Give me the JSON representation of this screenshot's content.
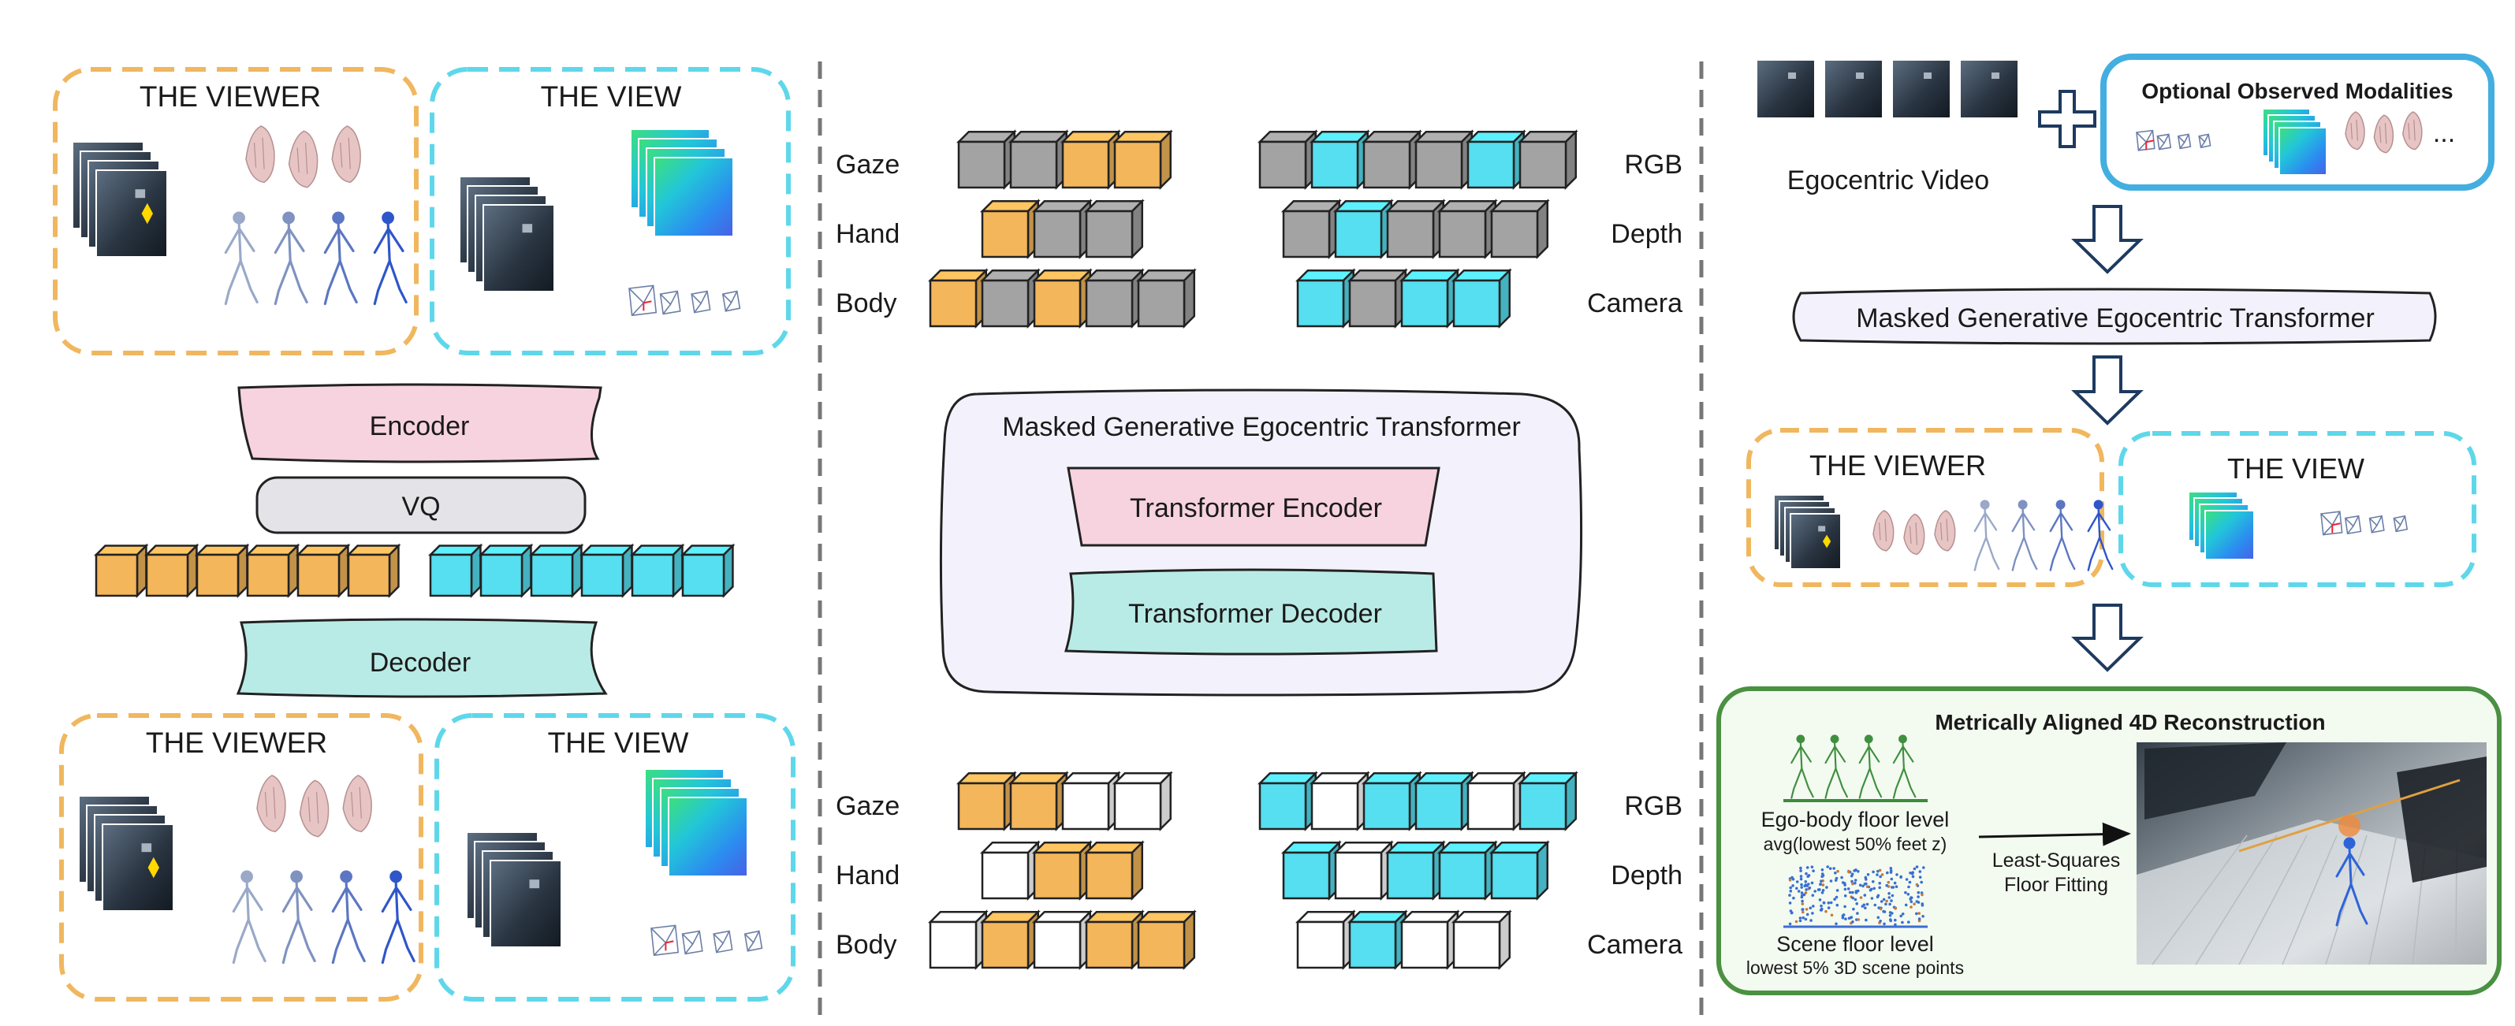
{
  "colors": {
    "orange": "#f3b65a",
    "cyan": "#55dff0",
    "gray": "#a3a3a3",
    "white": "#ffffff",
    "pink": "#f7d3df",
    "teal": "#b9ebe6",
    "vq": "#e3e3e8",
    "lavender": "#f3f2fc",
    "dash_orange": "#f0b75f",
    "dash_cyan": "#5fd7ea",
    "blue_border": "#43aee0",
    "green_border": "#4a9142",
    "green_fill": "#f3faf0"
  },
  "left": {
    "viewer_top": "THE VIEWER",
    "view_top": "THE VIEW",
    "encoder": "Encoder",
    "vq": "VQ",
    "decoder": "Decoder",
    "viewer_bottom": "THE VIEWER",
    "view_bottom": "THE VIEW"
  },
  "middle": {
    "top_rows": [
      {
        "label": "Gaze",
        "cubes": [
          "gray",
          "gray",
          "orange",
          "orange"
        ]
      },
      {
        "label": "Hand",
        "cubes": [
          "orange",
          "gray",
          "gray"
        ]
      },
      {
        "label": "Body",
        "cubes": [
          "orange",
          "gray",
          "orange",
          "gray",
          "gray"
        ]
      }
    ],
    "top_rows_right": [
      {
        "label": "RGB",
        "cubes": [
          "gray",
          "cyan",
          "gray",
          "gray",
          "cyan",
          "gray"
        ]
      },
      {
        "label": "Depth",
        "cubes": [
          "gray",
          "cyan",
          "gray",
          "gray",
          "gray"
        ]
      },
      {
        "label": "Camera",
        "cubes": [
          "cyan",
          "gray",
          "cyan",
          "cyan"
        ]
      }
    ],
    "transformer_title": "Masked Generative Egocentric Transformer",
    "transformer_encoder": "Transformer Encoder",
    "transformer_decoder": "Transformer Decoder",
    "bottom_rows": [
      {
        "label": "Gaze",
        "cubes": [
          "orange",
          "orange",
          "white",
          "white"
        ]
      },
      {
        "label": "Hand",
        "cubes": [
          "white",
          "orange",
          "orange"
        ]
      },
      {
        "label": "Body",
        "cubes": [
          "white",
          "orange",
          "white",
          "orange",
          "orange"
        ]
      }
    ],
    "bottom_rows_right": [
      {
        "label": "RGB",
        "cubes": [
          "cyan",
          "white",
          "cyan",
          "cyan",
          "white",
          "cyan"
        ]
      },
      {
        "label": "Depth",
        "cubes": [
          "cyan",
          "white",
          "cyan",
          "cyan",
          "cyan"
        ]
      },
      {
        "label": "Camera",
        "cubes": [
          "white",
          "cyan",
          "white",
          "white"
        ]
      }
    ]
  },
  "right": {
    "egocentric_video": "Egocentric Video",
    "optional_title": "Optional Observed Modalities",
    "ellipsis": "...",
    "transformer_title": "Masked Generative Egocentric Transformer",
    "viewer": "THE VIEWER",
    "view": "THE VIEW",
    "recon_title": "Metrically Aligned 4D Reconstruction",
    "ego_floor": "Ego-body floor level",
    "ego_floor_formula": "avg(lowest 50% feet z)",
    "scene_floor": "Scene floor level",
    "scene_floor_formula": "lowest 5% 3D scene points",
    "fit_line1": "Least-Squares",
    "fit_line2": "Floor Fitting"
  }
}
